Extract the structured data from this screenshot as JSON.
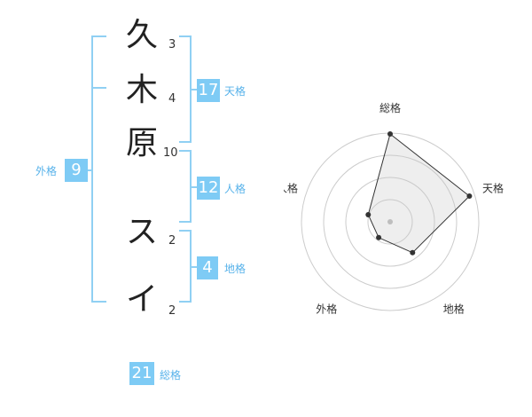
{
  "name": {
    "chars": [
      {
        "char": "久",
        "strokes": "3"
      },
      {
        "char": "木",
        "strokes": "4"
      },
      {
        "char": "原",
        "strokes": "10"
      },
      {
        "char": "ス",
        "strokes": "2"
      },
      {
        "char": "イ",
        "strokes": "2"
      }
    ]
  },
  "kakusu": {
    "tenkaku": {
      "value": "17",
      "label": "天格"
    },
    "jinkaku": {
      "value": "12",
      "label": "人格"
    },
    "chikaku": {
      "value": "4",
      "label": "地格"
    },
    "gaikaku": {
      "value": "9",
      "label": "外格"
    },
    "soukaku": {
      "value": "21",
      "label": "総格"
    }
  },
  "colors": {
    "accent": "#7ecbf5",
    "label": "#57b2ea",
    "bracket": "#90d0f3"
  },
  "chart_data": {
    "type": "radar",
    "axes": [
      "総格",
      "天格",
      "地格",
      "外格",
      "人格"
    ],
    "values": [
      0.99,
      0.94,
      0.43,
      0.22,
      0.26
    ],
    "value_scale": "fraction of outer ring",
    "rings": 4
  }
}
